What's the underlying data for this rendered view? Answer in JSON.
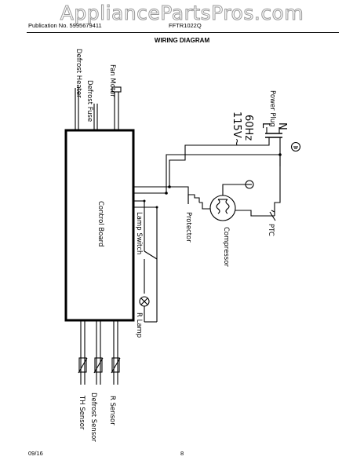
{
  "watermark": "AppliancePartsPros.com",
  "header": {
    "publication": "Publication No. 5995679411",
    "model": "FFTR1022Q",
    "title": "WIRING DIAGRAM"
  },
  "footer": {
    "date": "09/16",
    "page": "8"
  },
  "diagram": {
    "control_board": "Control Board",
    "defrost_heater": "Defrost Heater",
    "defrost_fuse": "Defrost Fuse",
    "fan_motor": "Fan Motor",
    "voltage": "115V~",
    "frequency": "60Hz",
    "power_plug": "Power Plug",
    "line": "L",
    "neutral": "N",
    "lamp_switch": "Lamp Switch",
    "protector": "Protector",
    "compressor": "Compressor",
    "ptc": "PTC",
    "r_lamp": "R Lamp",
    "th_sensor": "TH Sensor",
    "defrost_sensor": "Defrost Sensor",
    "r_sensor": "R Sensor"
  }
}
